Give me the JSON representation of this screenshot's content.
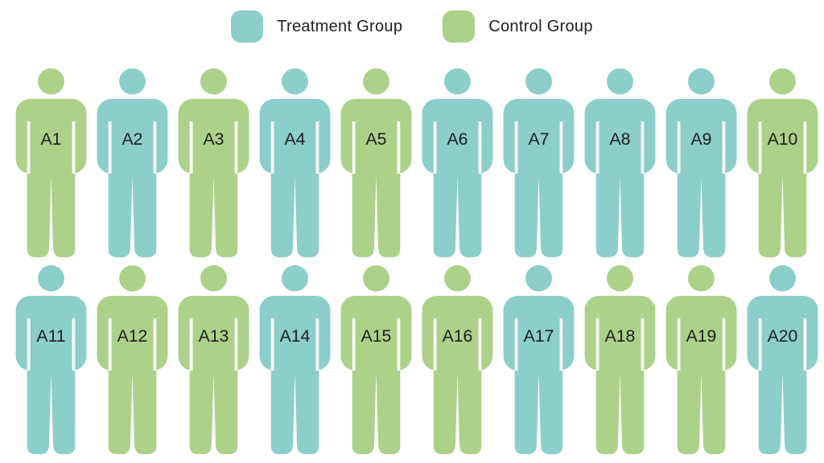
{
  "legend": {
    "items": [
      {
        "id": "treatment",
        "label": "Treatment Group"
      },
      {
        "id": "control",
        "label": "Control Group"
      }
    ]
  },
  "groups": {
    "treatment": {
      "name": "Treatment Group",
      "color": "#8BCECA"
    },
    "control": {
      "name": "Control Group",
      "color": "#ACD189"
    }
  },
  "participants": [
    {
      "id": "A1",
      "group": "control"
    },
    {
      "id": "A2",
      "group": "treatment"
    },
    {
      "id": "A3",
      "group": "control"
    },
    {
      "id": "A4",
      "group": "treatment"
    },
    {
      "id": "A5",
      "group": "control"
    },
    {
      "id": "A6",
      "group": "treatment"
    },
    {
      "id": "A7",
      "group": "treatment"
    },
    {
      "id": "A8",
      "group": "treatment"
    },
    {
      "id": "A9",
      "group": "treatment"
    },
    {
      "id": "A10",
      "group": "control"
    },
    {
      "id": "A11",
      "group": "treatment"
    },
    {
      "id": "A12",
      "group": "control"
    },
    {
      "id": "A13",
      "group": "control"
    },
    {
      "id": "A14",
      "group": "treatment"
    },
    {
      "id": "A15",
      "group": "control"
    },
    {
      "id": "A16",
      "group": "control"
    },
    {
      "id": "A17",
      "group": "treatment"
    },
    {
      "id": "A18",
      "group": "control"
    },
    {
      "id": "A19",
      "group": "control"
    },
    {
      "id": "A20",
      "group": "treatment"
    }
  ],
  "layout": {
    "rows": 2,
    "per_row": 10
  },
  "colors": {
    "text": "#1D1D1D",
    "background": "#FFFFFF"
  }
}
